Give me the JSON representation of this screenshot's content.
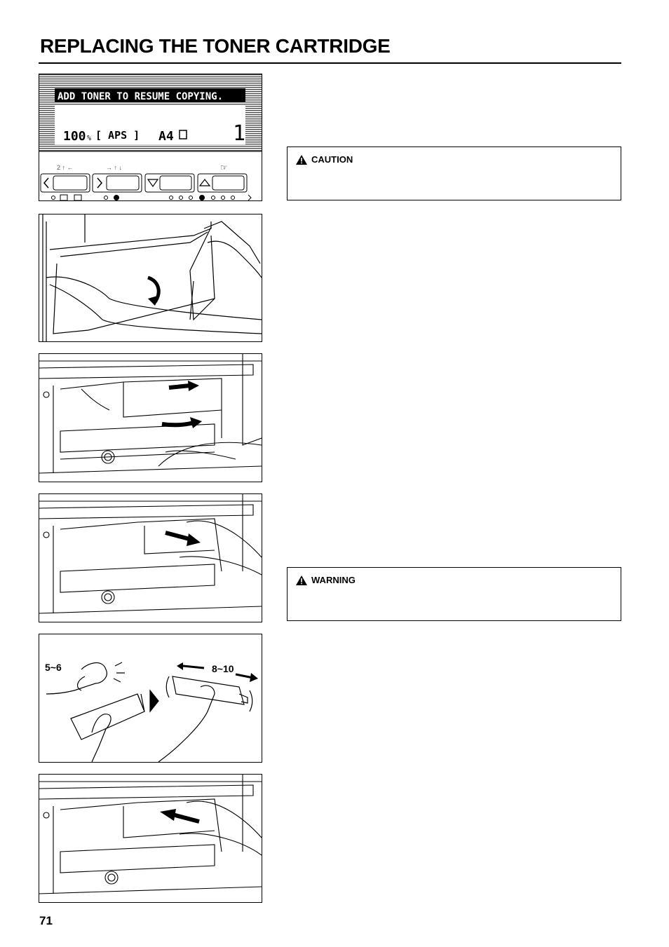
{
  "page": {
    "title": "REPLACING THE TONER CARTRIDGE",
    "page_number": "71"
  },
  "panel": {
    "message": "ADD TONER TO RESUME COPYING.",
    "zoom": "100",
    "zoom_unit": "%",
    "paper_mode": "[  APS  ]",
    "paper_size": "A4",
    "copy_count": "1"
  },
  "caution": {
    "label": "CAUTION",
    "icon": "warning-triangle-icon"
  },
  "warning": {
    "label": "WARNING",
    "icon": "warning-triangle-icon"
  },
  "figures": {
    "shake_left_label": "5~6",
    "shake_right_label": "8~10"
  }
}
